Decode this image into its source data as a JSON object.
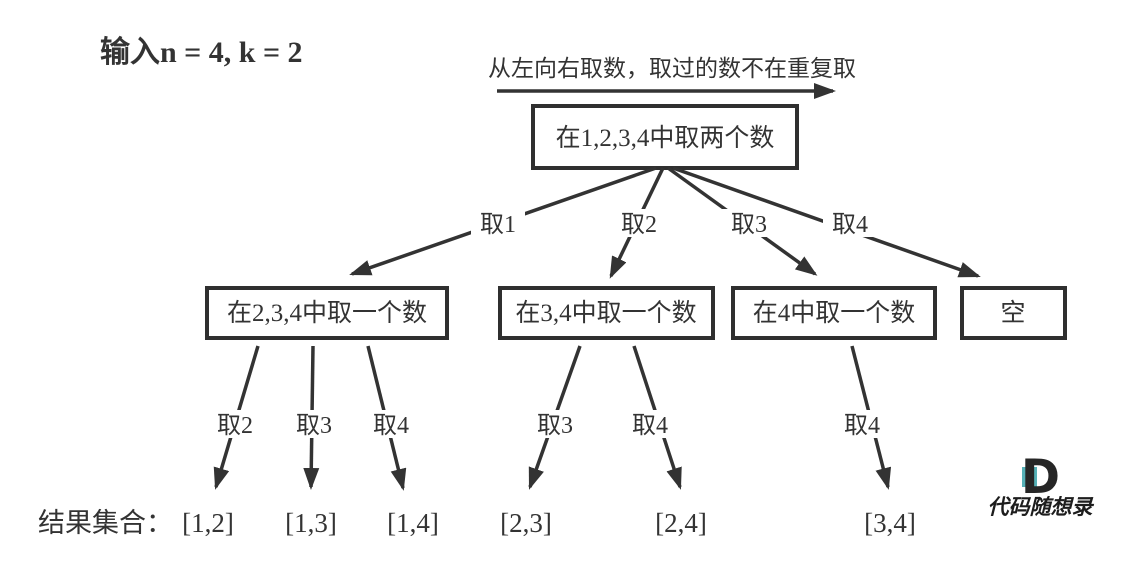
{
  "colors": {
    "ink": "#333333",
    "background": "#ffffff",
    "logo_teal": "#56b1b7"
  },
  "header": {
    "input_spec": "输入n = 4, k = 2",
    "traversal_note": "从左向右取数，取过的数不在重复取"
  },
  "tree": {
    "root_label": "在1,2,3,4中取两个数",
    "level1_edge_labels": [
      "取1",
      "取2",
      "取3",
      "取4"
    ],
    "child_labels": [
      "在2,3,4中取一个数",
      "在3,4中取一个数",
      "在4中取一个数",
      "空"
    ],
    "level2_edge_labels": [
      "取2",
      "取3",
      "取4",
      "取3",
      "取4",
      "取4"
    ]
  },
  "results": {
    "caption": "结果集合：",
    "sets": [
      "[1,2]",
      "[1,3]",
      "[1,4]",
      "[2,3]",
      "[2,4]",
      "[3,4]"
    ]
  },
  "logo": {
    "monogram": "D",
    "brand": "代码随想录"
  }
}
